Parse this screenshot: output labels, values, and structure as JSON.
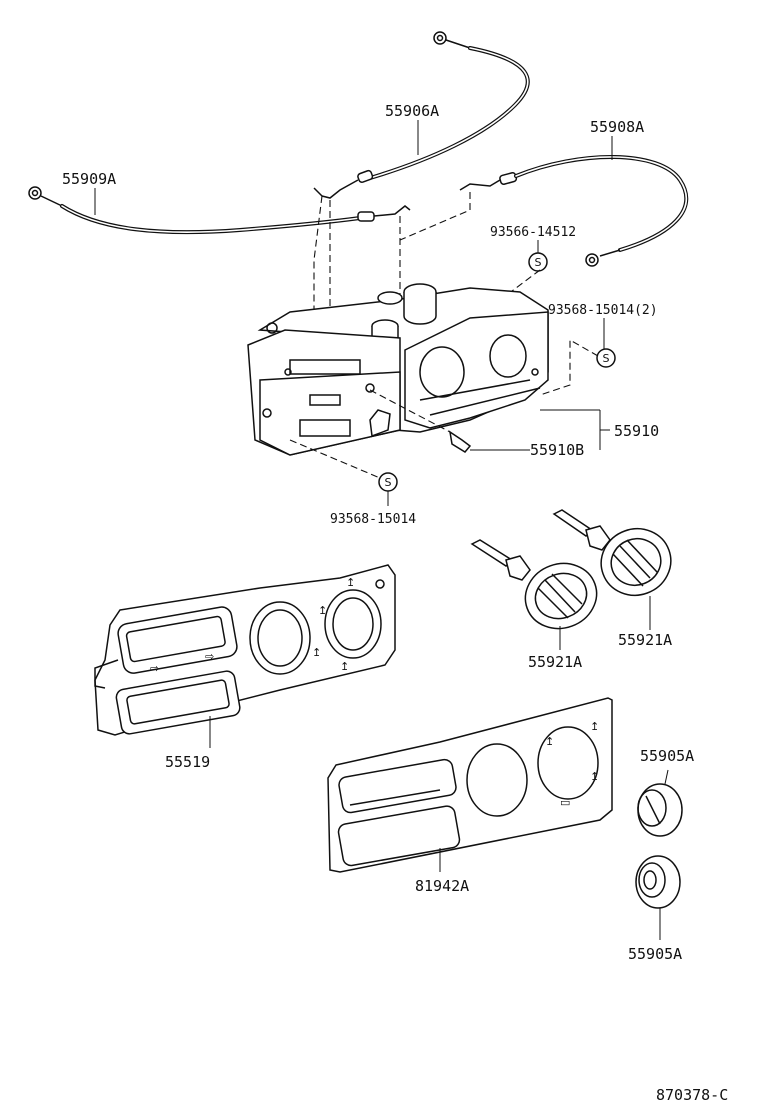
{
  "diagram": {
    "part_labels": {
      "cable_55906A": "55906A",
      "cable_55908A": "55908A",
      "cable_55909A": "55909A",
      "screw_93566": "93566-14512",
      "screw_93568_qty": "93568-15014(2)",
      "control_55910": "55910",
      "lever_55910B": "55910B",
      "screw_93568": "93568-15014",
      "panel_55519": "55519",
      "knob_55921A_left": "55921A",
      "knob_55921A_right": "55921A",
      "knob_55905A_top": "55905A",
      "knob_55905A_bottom": "55905A",
      "panel_81942A": "81942A"
    },
    "screw_symbol": "S",
    "figure_number": "870378-C"
  }
}
